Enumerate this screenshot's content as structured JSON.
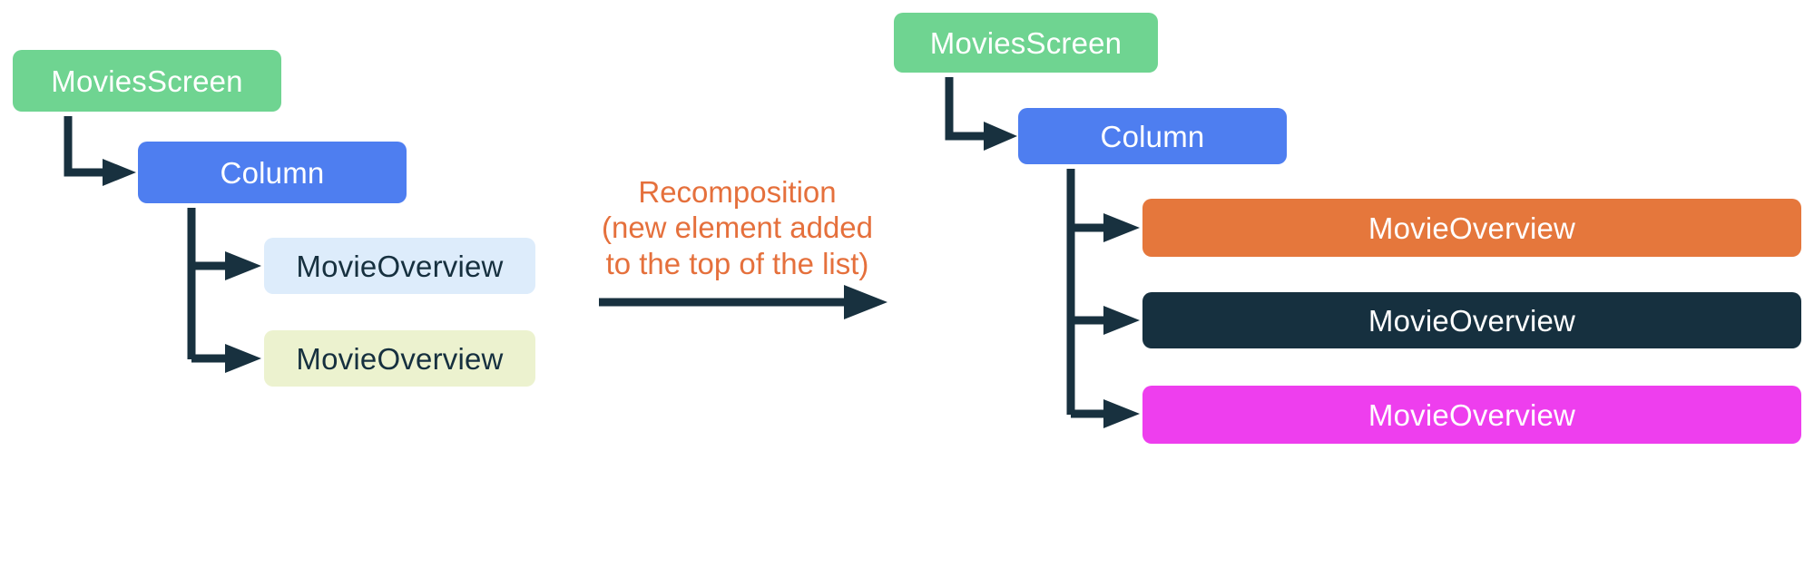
{
  "palette": {
    "background": "#ffffff",
    "green": "#6fd491",
    "blue": "#4e7ef0",
    "pale_blue": "#ddecfb",
    "pale_lime": "#ecf2cf",
    "orange_box": "#e5773c",
    "navy_box": "#16303f",
    "magenta": "#ee3eee",
    "connector": "#18313f",
    "caption_orange": "#e5703c",
    "text_light": "#ffffff",
    "text_dark": "#16303f"
  },
  "left_tree": {
    "name": "before-recomposition",
    "root": {
      "label": "MoviesScreen",
      "color": "#6fd491",
      "text_color": "#ffffff"
    },
    "container": {
      "label": "Column",
      "color": "#4e7ef0",
      "text_color": "#ffffff"
    },
    "children": [
      {
        "label": "MovieOverview",
        "color": "#ddecfb",
        "text_color": "#16303f"
      },
      {
        "label": "MovieOverview",
        "color": "#ecf2cf",
        "text_color": "#16303f"
      }
    ]
  },
  "transition": {
    "name": "recomposition-arrow",
    "caption_line_1": "Recomposition",
    "caption_line_2": "(new element added",
    "caption_line_3": "to the top of the list)",
    "caption_full": "Recomposition\n(new element added\nto the top of the list)",
    "caption_color": "#e5703c",
    "arrow_color": "#18313f"
  },
  "right_tree": {
    "name": "after-recomposition",
    "root": {
      "label": "MoviesScreen",
      "color": "#6fd491",
      "text_color": "#ffffff"
    },
    "container": {
      "label": "Column",
      "color": "#4e7ef0",
      "text_color": "#ffffff"
    },
    "children": [
      {
        "label": "MovieOverview",
        "color": "#e5773c",
        "text_color": "#ffffff"
      },
      {
        "label": "MovieOverview",
        "color": "#16303f",
        "text_color": "#ffffff"
      },
      {
        "label": "MovieOverview",
        "color": "#ee3eee",
        "text_color": "#ffffff"
      }
    ]
  }
}
